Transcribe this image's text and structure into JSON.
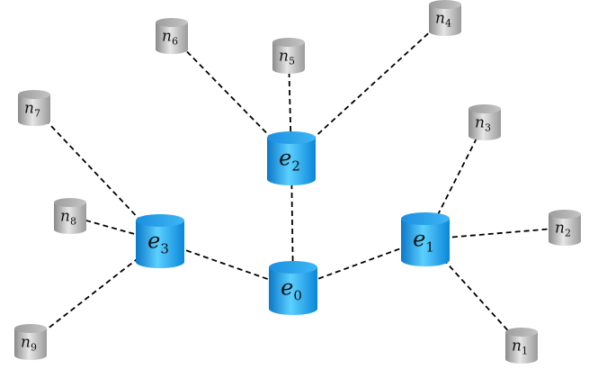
{
  "diagram": {
    "nodes": [
      {
        "id": "e0",
        "name": "e",
        "sub": "0",
        "kind": "edge"
      },
      {
        "id": "e1",
        "name": "e",
        "sub": "1",
        "kind": "edge"
      },
      {
        "id": "e2",
        "name": "e",
        "sub": "2",
        "kind": "edge"
      },
      {
        "id": "e3",
        "name": "e",
        "sub": "3",
        "kind": "edge"
      },
      {
        "id": "n1",
        "name": "n",
        "sub": "1",
        "kind": "node"
      },
      {
        "id": "n2",
        "name": "n",
        "sub": "2",
        "kind": "node"
      },
      {
        "id": "n3",
        "name": "n",
        "sub": "3",
        "kind": "node"
      },
      {
        "id": "n4",
        "name": "n",
        "sub": "4",
        "kind": "node"
      },
      {
        "id": "n5",
        "name": "n",
        "sub": "5",
        "kind": "node"
      },
      {
        "id": "n6",
        "name": "n",
        "sub": "6",
        "kind": "node"
      },
      {
        "id": "n7",
        "name": "n",
        "sub": "7",
        "kind": "node"
      },
      {
        "id": "n8",
        "name": "n",
        "sub": "8",
        "kind": "node"
      },
      {
        "id": "n9",
        "name": "n",
        "sub": "9",
        "kind": "node"
      }
    ],
    "links": [
      [
        "e0",
        "e1"
      ],
      [
        "e0",
        "e2"
      ],
      [
        "e0",
        "e3"
      ],
      [
        "e1",
        "n1"
      ],
      [
        "e1",
        "n2"
      ],
      [
        "e1",
        "n3"
      ],
      [
        "e2",
        "n4"
      ],
      [
        "e2",
        "n5"
      ],
      [
        "e2",
        "n6"
      ],
      [
        "e3",
        "n7"
      ],
      [
        "e3",
        "n8"
      ],
      [
        "e3",
        "n9"
      ]
    ],
    "colors": {
      "edge_server": "#1aa3ec",
      "edge_server_light": "#5cd0ff",
      "edge_server_dark": "#0a78c8",
      "end_node": "#a9a9a9",
      "end_node_light": "#e6e6e6",
      "end_node_dark": "#8a8a8a"
    }
  }
}
